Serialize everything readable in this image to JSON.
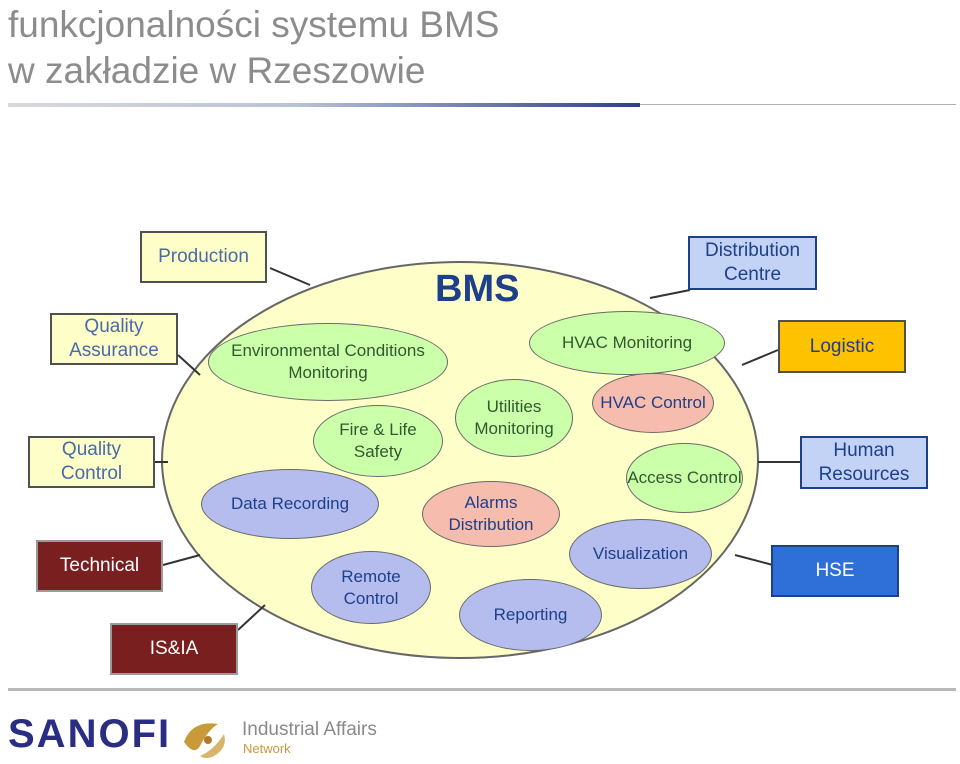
{
  "title": {
    "line1": "funkcjonalności systemu BMS",
    "line2": "w zakładzie w Rzeszowie"
  },
  "center_label": "BMS",
  "outer_boxes": {
    "production": "Production",
    "quality_assurance": "Quality Assurance",
    "quality_control": "Quality Control",
    "technical": "Technical",
    "is_ia": "IS&IA",
    "distribution_centre": "Distribution Centre",
    "logistic": "Logistic",
    "human_resources": "Human Resources",
    "hse": "HSE"
  },
  "functions": {
    "environmental": "Environmental Conditions Monitoring",
    "fire_life_safety": "Fire & Life Safety",
    "data_recording": "Data Recording",
    "remote_control": "Remote Control",
    "utilities_monitoring": "Utilities Monitoring",
    "alarms_distribution": "Alarms Distribution",
    "reporting": "Reporting",
    "hvac_monitoring": "HVAC Monitoring",
    "hvac_control": "HVAC Control",
    "access_control": "Access Control",
    "visualization": "Visualization"
  },
  "footer": {
    "logo_text": "SANOFI",
    "division": "Industrial Affairs",
    "division_sub": "Network"
  },
  "colors": {
    "yellow_box": "#fefec8",
    "green": "#ccffaa",
    "dark_red": "#7a1f1f",
    "light_blue": "#c2d3f5",
    "blue": "#2f6fd8",
    "gold": "#fec200",
    "ellipse_fill": "#fefec8"
  }
}
